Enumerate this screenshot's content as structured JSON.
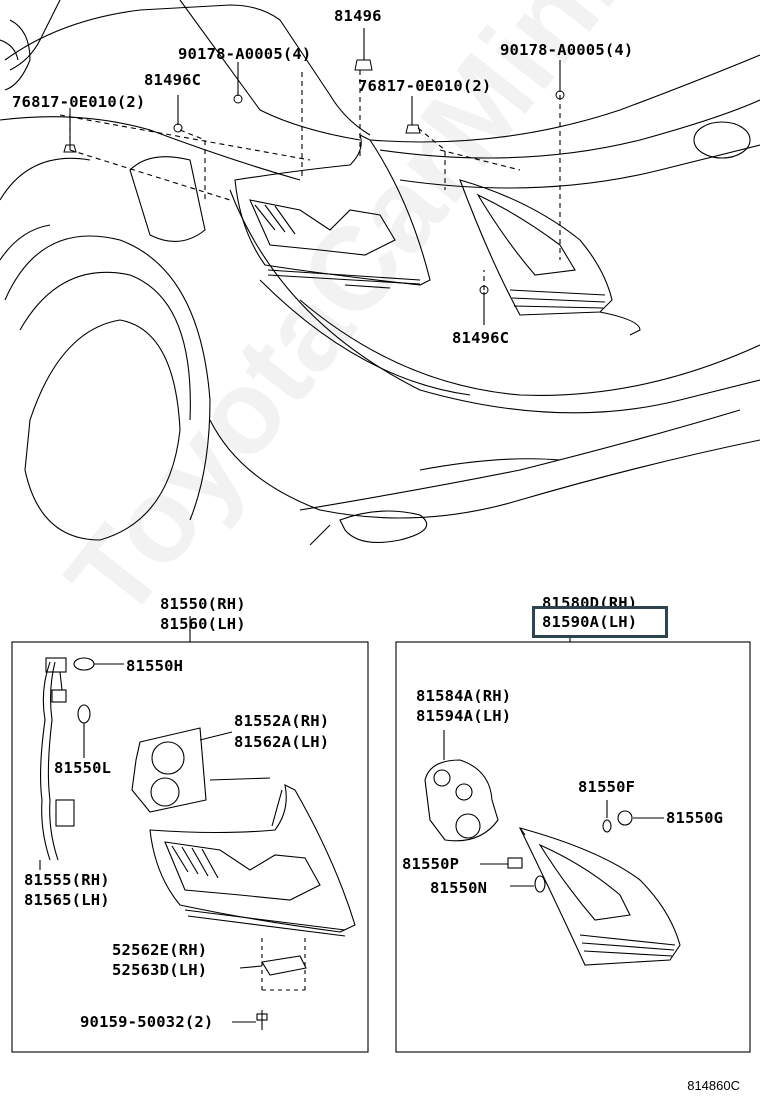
{
  "watermark": "ToyotaCarMin.ru",
  "diagram_code": "814860C",
  "top_labels": {
    "p81496": "81496",
    "p90178_left": "90178-A0005(4)",
    "p81496C_top": "81496C",
    "p76817_left": "76817-0E010(2)",
    "p90178_right": "90178-A0005(4)",
    "p76817_right": "76817-0E010(2)",
    "p81496C_bottom": "81496C"
  },
  "left_assembly": {
    "header_rh": "81550(RH)",
    "header_lh": "81560(LH)",
    "p81550H": "81550H",
    "p81550L": "81550L",
    "p81552A": "81552A(RH)",
    "p81562A": "81562A(LH)",
    "p81555": "81555(RH)",
    "p81565": "81565(LH)",
    "p52562E": "52562E(RH)",
    "p52563D": "52563D(LH)",
    "p90159": "90159-50032(2)"
  },
  "right_assembly": {
    "header_rh": "81580D(RH)",
    "header_lh": "81590A(LH)",
    "p81584A": "81584A(RH)",
    "p81594A": "81594A(LH)",
    "p81550F": "81550F",
    "p81550G": "81550G",
    "p81550P": "81550P",
    "p81550N": "81550N"
  },
  "highlight_color": "#2e4350"
}
